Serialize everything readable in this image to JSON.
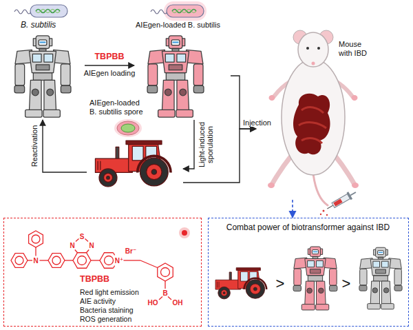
{
  "diagram": {
    "nodes": [
      {
        "text": [
          "B. subtilis"
        ]
      },
      {
        "text": [
          "AIEgen-loaded B. subtilis"
        ]
      },
      {
        "text": [
          "AIEgen-loaded B. subtilis spore"
        ]
      },
      {
        "text": [
          "Mouse with IBD"
        ]
      },
      {
        "text": [
          "TBPBB",
          "Red light emission",
          "AIE activity",
          "Bacteria staining",
          "ROS generation"
        ]
      },
      {
        "text": [
          "Combat power of biotransformer against IBD"
        ]
      }
    ],
    "edges": [
      {
        "from": 0,
        "to": 1,
        "arrow": "to",
        "label": "AIEgen loading"
      },
      {
        "from": 1,
        "to": 2,
        "arrow": "to",
        "label": "Light-induced sporulation"
      },
      {
        "from": 2,
        "to": 0,
        "arrow": "to",
        "label": "Reactivation"
      },
      {
        "from": 1,
        "to": 3,
        "arrow": "to",
        "label": "Injection"
      },
      {
        "from": 2,
        "to": 3,
        "arrow": "to"
      },
      {
        "from": 3,
        "to": 5,
        "arrow": "to"
      }
    ],
    "labels": [
      "TBPBB",
      "N",
      "N",
      "S",
      "N",
      "N⁺",
      "Br⁻",
      "B",
      "HO",
      "OH",
      ">",
      ">"
    ]
  }
}
